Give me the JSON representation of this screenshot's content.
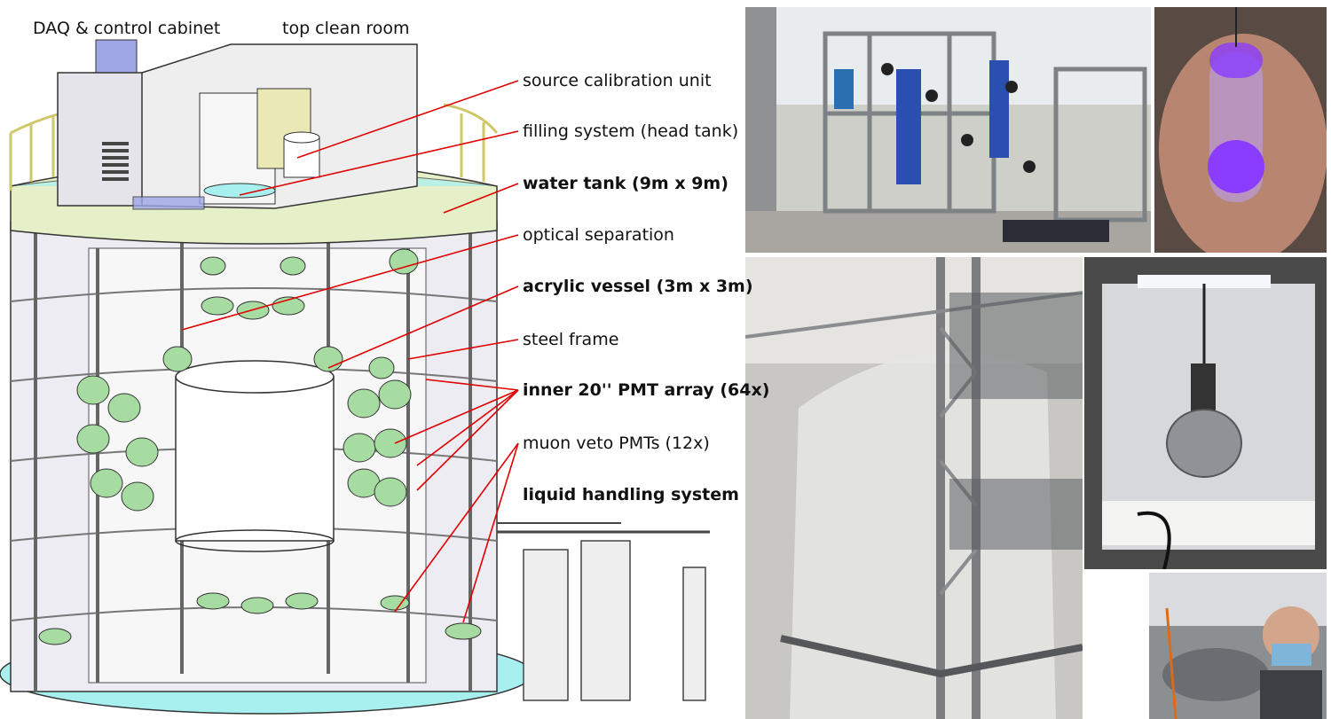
{
  "labels": {
    "daq_cabinet": "DAQ & control cabinet",
    "top_clean_room": "top clean room",
    "source_calibration": "source calibration unit",
    "filling_system": "filling system (head tank)",
    "water_tank": "water tank (9m x 9m)",
    "optical_separation": "optical separation",
    "acrylic_vessel": "acrylic vessel (3m x 3m)",
    "steel_frame": "steel frame",
    "inner_pmt": "inner 20'' PMT array (64x)",
    "muon_veto": "muon veto PMTs (12x)",
    "liquid_handling": "liquid handling system"
  },
  "colors": {
    "leader_line": "#e00000",
    "water": "#a8f0f0",
    "pmt_green": "#a6dba2",
    "tank_wall": "#ececf2",
    "platform": "#e6f0c8",
    "daq_box": "#9ea6e6",
    "uv_glow": "#8a3cff"
  }
}
